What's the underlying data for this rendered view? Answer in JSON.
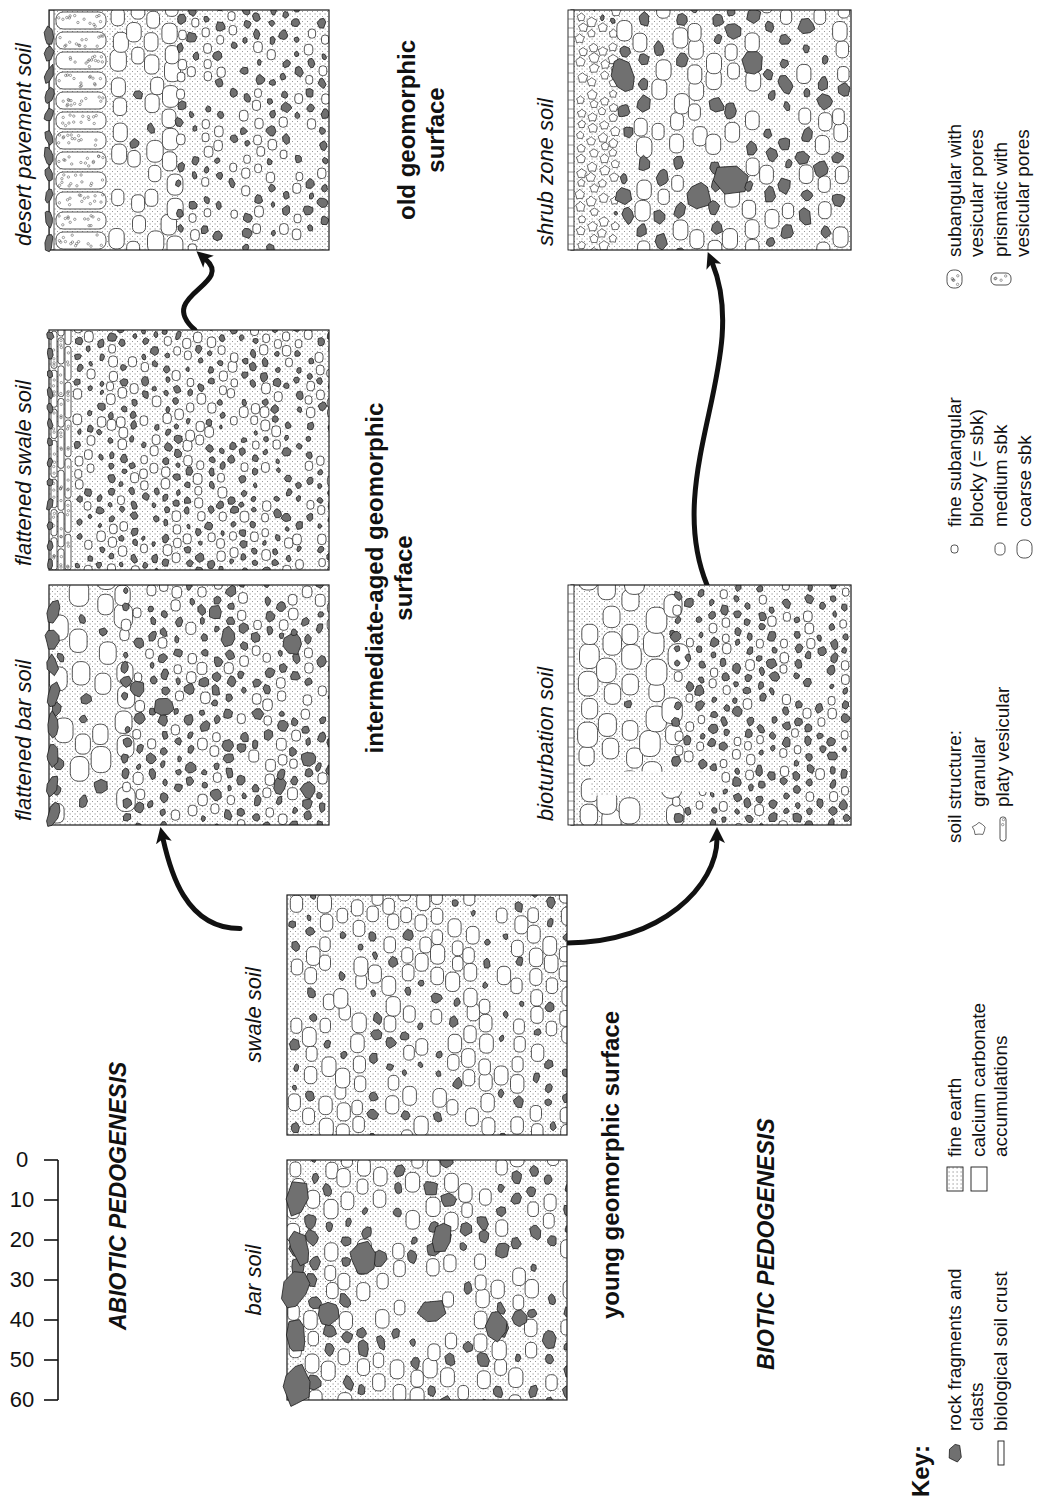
{
  "diagram": {
    "nodes": [
      {
        "text": [
          "bar soil"
        ]
      },
      {
        "text": [
          "swale soil"
        ]
      },
      {
        "text": [
          "flattened bar soil"
        ]
      },
      {
        "text": [
          "flattened swale soil"
        ]
      },
      {
        "text": [
          "desert pavement soil"
        ]
      },
      {
        "text": [
          "bioturbation soil"
        ]
      },
      {
        "text": [
          "shrub zone soil"
        ]
      }
    ],
    "edges": [
      {
        "from": 1,
        "to": 2,
        "arrow": "to"
      },
      {
        "from": 3,
        "to": 4,
        "arrow": "to"
      },
      {
        "from": 1,
        "to": 5,
        "arrow": "to"
      },
      {
        "from": 5,
        "to": 6,
        "arrow": "to"
      }
    ],
    "labels": [
      "ABIOTIC PEDOGENESIS",
      "young geomorphic surface",
      "BIOTIC PEDOGENESIS",
      "intermediate-aged geomorphic surface",
      "old geomorphic surface",
      "0",
      "10",
      "20",
      "30",
      "40",
      "50",
      "60",
      "Key:",
      "soil structure:"
    ],
    "legend": [
      {
        "text": "rock fragments and clasts"
      },
      {
        "text": "biological soil crust"
      },
      {
        "text": "fine earth"
      },
      {
        "text": "calcium carbonate accumulations"
      },
      {
        "text": "granular"
      },
      {
        "text": "platy vesicular"
      },
      {
        "text": "fine subangular blocky (= sbk)"
      },
      {
        "text": "medium sbk"
      },
      {
        "text": "coarse sbk"
      },
      {
        "text": "subangular with vesicular pores"
      },
      {
        "text": "prismatic with vesicular pores"
      }
    ]
  }
}
